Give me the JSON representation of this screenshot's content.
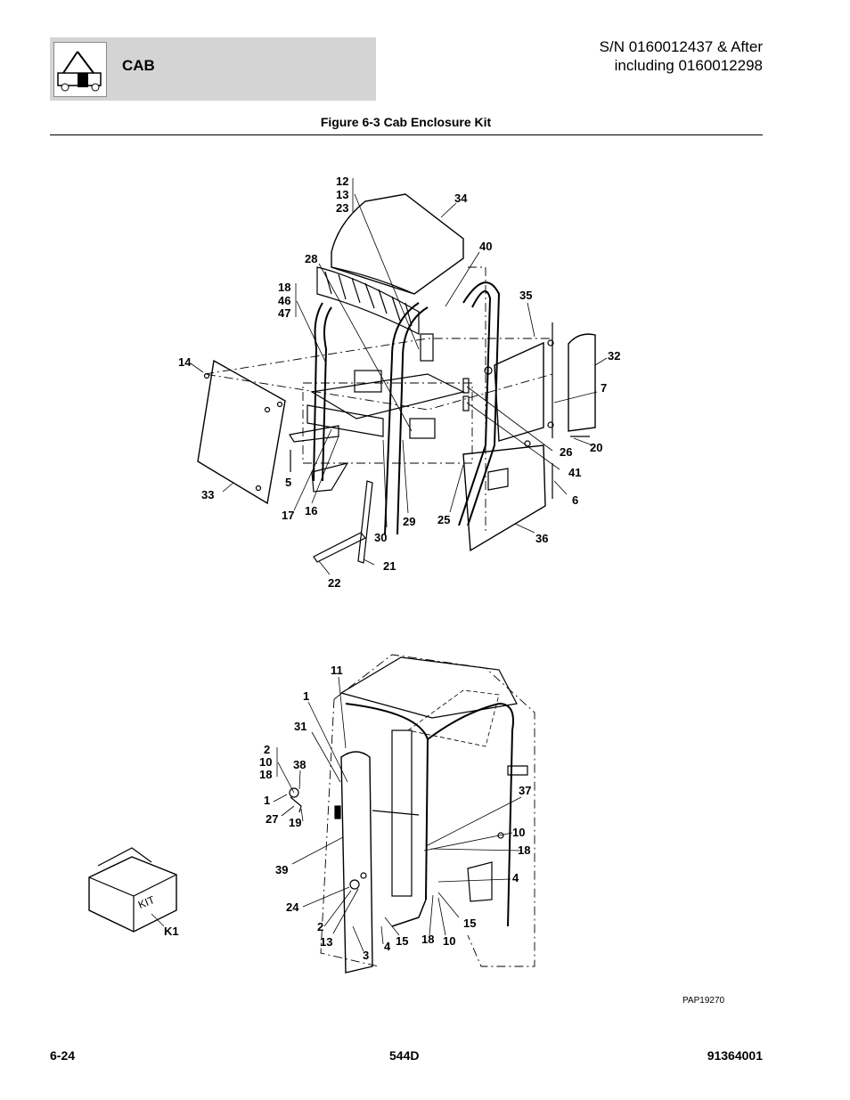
{
  "header": {
    "section": "CAB",
    "serial_line1": "S/N 0160012437 & After",
    "serial_line2": "including 0160012298",
    "icon": "telehandler-icon"
  },
  "figure": {
    "title": "Figure 6-3 Cab Enclosure Kit",
    "drawing_id": "PAP19270",
    "kit_box_text": "KIT"
  },
  "callouts_upper": {
    "c12": "12",
    "c13": "13",
    "c23": "23",
    "c34": "34",
    "c40": "40",
    "c28": "28",
    "c18": "18",
    "c46": "46",
    "c47": "47",
    "c35": "35",
    "c32": "32",
    "c14": "14",
    "c7": "7",
    "c20": "20",
    "c26": "26",
    "c41": "41",
    "c6": "6",
    "c33": "33",
    "c5": "5",
    "c17": "17",
    "c16": "16",
    "c30": "30",
    "c29": "29",
    "c25": "25",
    "c36": "36",
    "c21": "21",
    "c22": "22"
  },
  "callouts_lower": {
    "c11": "11",
    "c1a": "1",
    "c31": "31",
    "c2a": "2",
    "c10a": "10",
    "c18a": "18",
    "c38": "38",
    "c1b": "1",
    "c27": "27",
    "c19": "19",
    "c37": "37",
    "c10b": "10",
    "c18b": "18",
    "c39": "39",
    "c4a": "4",
    "c24": "24",
    "c15a": "15",
    "c2b": "2",
    "c13": "13",
    "c3": "3",
    "c4b": "4",
    "c15b": "15",
    "c18c": "18",
    "c10c": "10",
    "cK1": "K1"
  },
  "footer": {
    "page": "6-24",
    "model": "544D",
    "doc_number": "91364001"
  }
}
